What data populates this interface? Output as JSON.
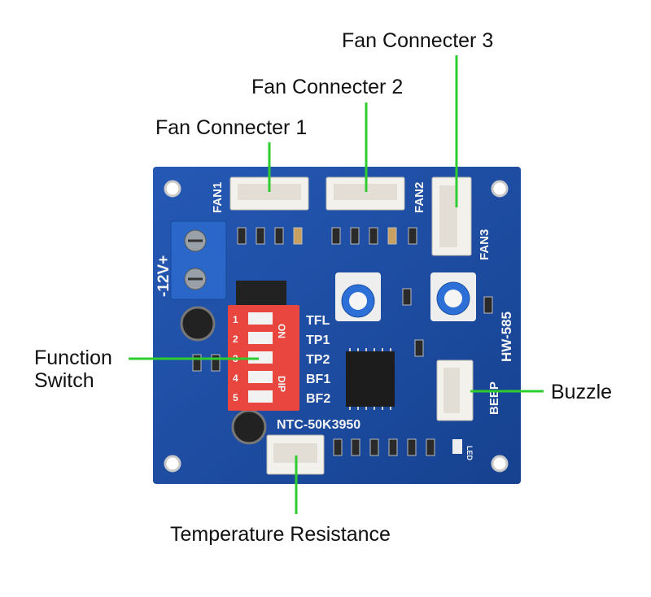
{
  "callouts": {
    "fan1": "Fan Connecter 1",
    "fan2": "Fan Connecter 2",
    "fan3": "Fan Connecter 3",
    "function_switch_line1": "Function",
    "function_switch_line2": "Switch",
    "buzzle": "Buzzle",
    "temp": "Temperature Resistance"
  },
  "board": {
    "fan1": "FAN1",
    "fan2": "FAN2",
    "fan3": "FAN3",
    "power": "-12V+",
    "dip_labels": [
      "TFL",
      "TP1",
      "TP2",
      "BF1",
      "BF2"
    ],
    "dip_on": "ON",
    "dip": "DIP",
    "dip_numbers": [
      "1",
      "2",
      "3",
      "4",
      "5"
    ],
    "ntc": "NTC-50K3950",
    "model": "HW-585",
    "beep": "BEEP",
    "led": "LED"
  },
  "colors": {
    "pcb": "#1f4fa8",
    "leader": "#2fcc2f",
    "dip": "#e8463f",
    "terminal": "#2a67c9"
  }
}
